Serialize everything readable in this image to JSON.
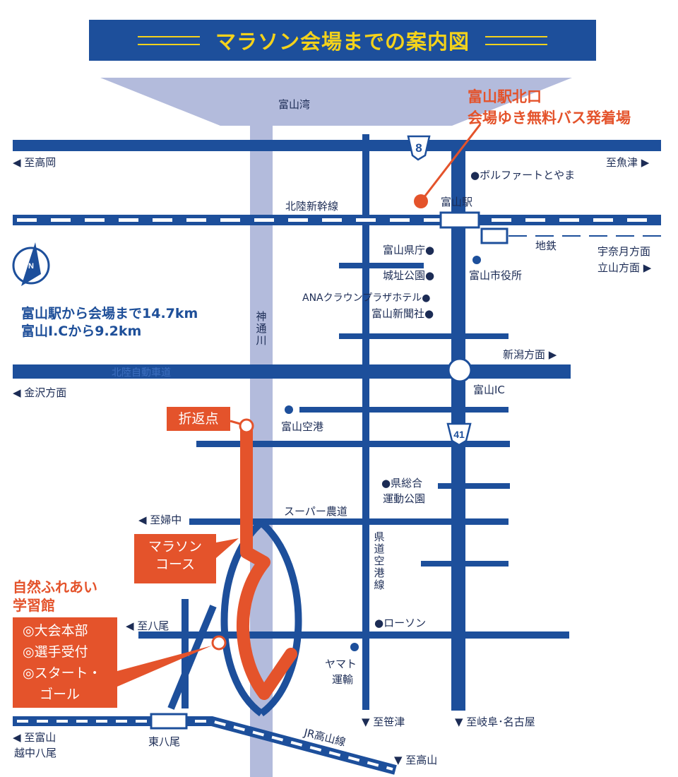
{
  "title": "マラソン会場までの案内図",
  "water": {
    "bay": "富山湾",
    "river": "神通川"
  },
  "station_note": {
    "line1": "富山駅北口",
    "line2": "会場ゆき無料バス発着場"
  },
  "roads": {
    "route8": "8",
    "route41": "41",
    "to_takaoka": "◀ 至高岡",
    "to_uozu": "至魚津 ▶",
    "shinkansen": "北陸新幹線",
    "toyama_station": "富山駅",
    "subway": "地鉄",
    "unazuki_tateyama": [
      "宇奈月方面",
      "立山方面 ▶"
    ],
    "niigata": "新潟方面 ▶",
    "kanazawa": "◀ 金沢方面",
    "toyama_ic": "富山IC",
    "hokuriku_expressway": "北陸自動車道",
    "to_fuchu": "◀ 至婦中",
    "super_nodo": "スーパー農道",
    "prefectural_airport_road": "県道空港線",
    "to_yatsuo": "◀ 至八尾",
    "higashi_yatsuo": "東八尾",
    "jr_takayama_line": "JR高山線",
    "to_toyama_etchu_yatsuo": [
      "◀ 至富山",
      "越中八尾"
    ],
    "to_sasazu": "▼ 至笹津",
    "to_gifu_nagoya": "▼ 至岐阜･名古屋",
    "to_takayama": "▼ 至高山"
  },
  "landmarks": {
    "bolfart": "●ボルファートとやま",
    "pref_office": "富山県庁●",
    "city_hall": "富山市役所",
    "joshi_park": "城址公園●",
    "ana_hotel": "ANAクラウンプラザホテル●",
    "shimbun": "富山新聞社●",
    "airport": "富山空港",
    "sports_park": [
      "●県総合",
      "運動公園"
    ],
    "lawson": "●ローソン",
    "yamato": [
      "ヤマト",
      "運輸"
    ]
  },
  "distance": {
    "line1": "富山駅から会場まで14.7km",
    "line2": "富山I.Cから9.2km"
  },
  "course": {
    "turnaround": "折返点",
    "marathon_course": [
      "マラソン",
      "コース"
    ],
    "venue": [
      "自然ふれあい",
      "学習館"
    ],
    "venue_items": [
      "◎大会本部",
      "◎選手受付",
      "◎スタート・",
      "ゴール"
    ]
  },
  "colors": {
    "road": "#1d4f9b",
    "river": "#b3bbdc",
    "accent": "#e4532b",
    "title_text": "#f4d21b"
  },
  "icons": {
    "compass": "compass-icon"
  }
}
